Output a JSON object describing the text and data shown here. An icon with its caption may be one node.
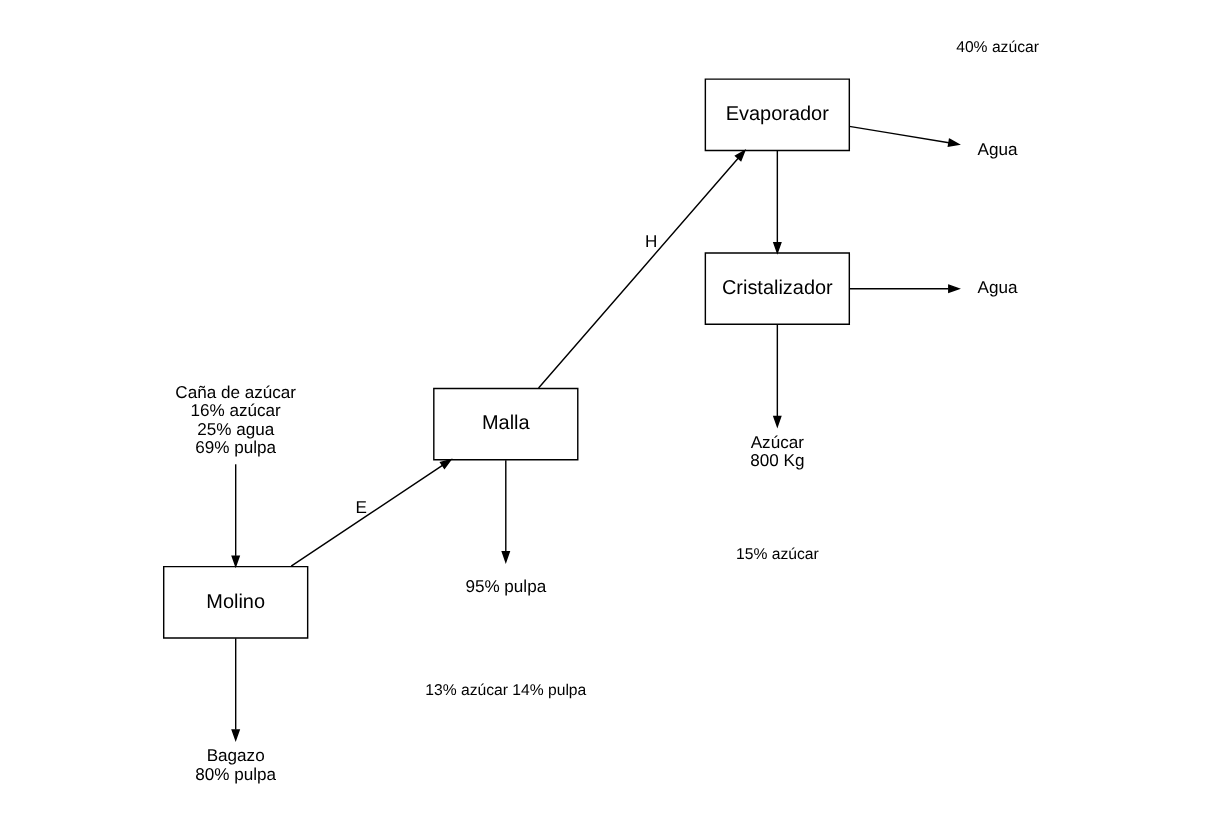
{
  "diagram": {
    "nodes": [
      {
        "text": [
          "Azúcar",
          "800 Kg"
        ]
      },
      {
        "text": [
          "Cristalizador"
        ]
      },
      {
        "text": [
          "Agua"
        ]
      },
      {
        "text": [
          "Caña de azúcar",
          "16% azúcar",
          "25% agua",
          "69% pulpa"
        ]
      },
      {
        "text": [
          "Molino"
        ]
      },
      {
        "text": [
          "Malla"
        ]
      },
      {
        "text": [
          "Evaporador"
        ]
      },
      {
        "text": [
          "Agua"
        ]
      },
      {
        "text": [
          "Bagazo",
          "80% pulpa"
        ]
      },
      {
        "text": [
          "95% pulpa"
        ]
      }
    ],
    "edges": [
      {
        "from": 3,
        "to": 4,
        "arrow": "to"
      },
      {
        "from": 4,
        "to": 5,
        "arrow": "to",
        "label": "E"
      },
      {
        "from": 5,
        "to": 6,
        "arrow": "to",
        "label": "H"
      },
      {
        "from": 6,
        "to": 1,
        "arrow": "to"
      },
      {
        "from": 1,
        "to": 0,
        "arrow": "to"
      },
      {
        "from": 1,
        "to": 2,
        "arrow": "to"
      },
      {
        "from": 6,
        "to": 7,
        "arrow": "to"
      },
      {
        "from": 4,
        "to": 8,
        "arrow": "to"
      },
      {
        "from": 5,
        "to": 9,
        "arrow": "to"
      }
    ],
    "labels": [
      "40% azúcar",
      "13% azúcar 14% pulpa",
      "15% azúcar"
    ]
  }
}
